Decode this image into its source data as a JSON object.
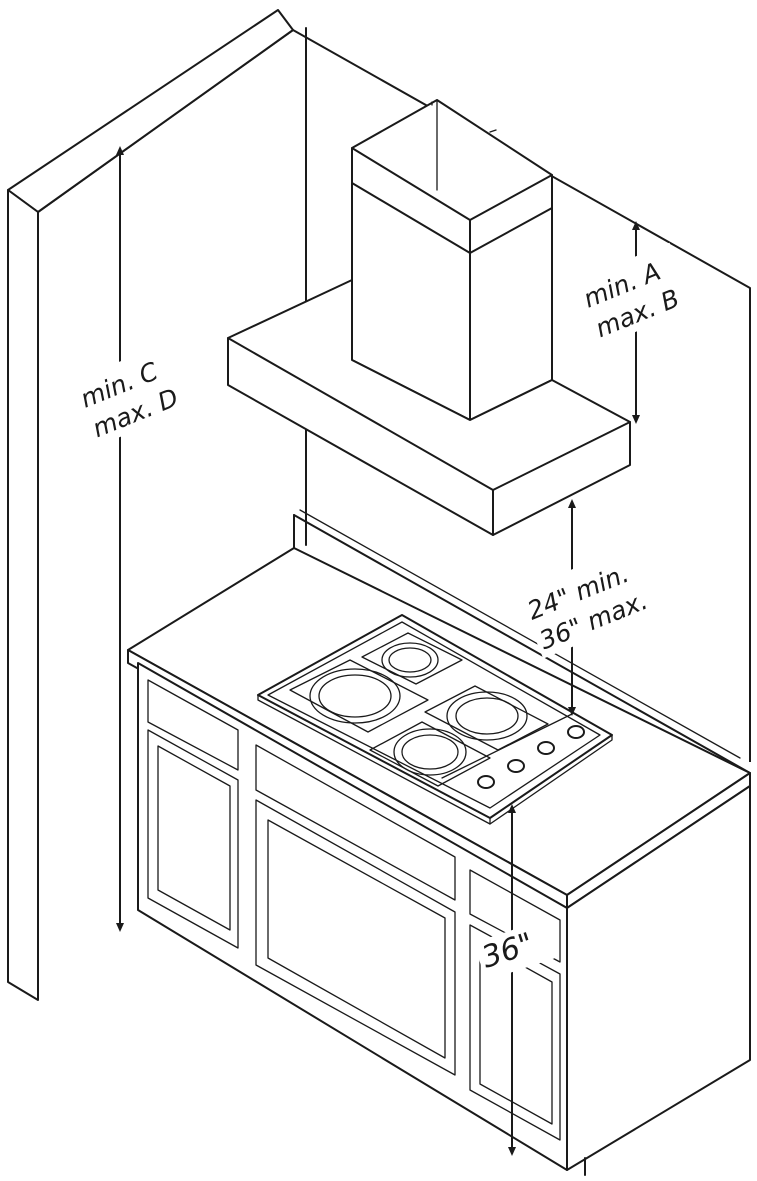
{
  "labels": {
    "hood_height_min": "min. A",
    "hood_height_max": "max. B",
    "ceiling_height_min": "min. C",
    "ceiling_height_max": "max. D",
    "clearance_min": "24\" min.",
    "clearance_max": "36\" max.",
    "counter_height": "36\""
  }
}
